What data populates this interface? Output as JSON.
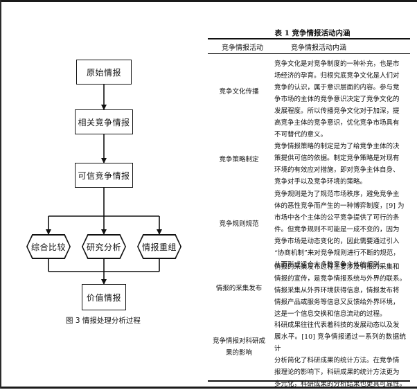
{
  "figure": {
    "caption": "图 3   情报处理分析过程",
    "nodes": {
      "raw": "原始情报",
      "relevant": "相关竞争情报",
      "credible": "可信竞争情报",
      "compare": "综合比较",
      "research": "研究分析",
      "reorganize": "情报重组",
      "value": "价值情报"
    }
  },
  "table": {
    "title": "表 1   竞争情报活动内涵",
    "headers": [
      "竞争情报活动",
      "竞争情报活动内涵"
    ],
    "rows": [
      {
        "activity": "竞争文化传播",
        "content": "竞争文化是对竞争制度的一种补充，也是市\n场经济的孕育。归根究底竞争文化是人们对\n竞争的认识，属于意识层面的内容。参与竞\n争市场的主体的竞争意识决定了竞争文化的\n发展程度。所以传播竞争文化对于加深，提\n高竞争主体的竞争意识，优化竞争市场具有\n不可替代的意义。"
      },
      {
        "activity": "竞争策略制定",
        "content": "竞争情报策略的制定是为了给竞争主体的决\n策提供可信的依据。制定竞争策略是对现有\n环境的有效应对措施，即对竞争主体自身、\n竞争对手以及竞争环境的策略。"
      },
      {
        "activity": "竞争规则规范",
        "content": "竞争规则是为了规范市场秩序，避免竞争主\n体的恶性竞争而产生的一种博弈制度，[9] 为\n市场中各个主体的公平竞争提供了可行的条\n件。但竞争规则不可能是一成不变的，因为\n竞争市场是动态变化的，因此需要通过引入\n“协商机制”来对竞争规则进行不断的规范，\n从而形成适合大多数竞争主体的规则。"
      },
      {
        "activity": "情报的采集发布",
        "content": "情报的采集发布过程主要涉及情报的采集和\n情报的宣传，是竞争情报系统与外界的联系。\n情报采集从外界环境获得信息，情报发布将\n情报产品或服务等信息又反馈给外界环境，\n这是一个信息交换和信息流动的过程。"
      },
      {
        "activity": "竞争情报对科研成\n果的影响",
        "content": "科研成果往往代表着科技的发展动态以及发\n展水平。[10] 竞争情报通过一系列的数据统计\n分析简化了科研成果的统计方法。在竞争情\n报理论的影响下，科研成果的统计方法更为\n多元化，科研成果的分析结果也更具可靠性。"
      }
    ]
  }
}
